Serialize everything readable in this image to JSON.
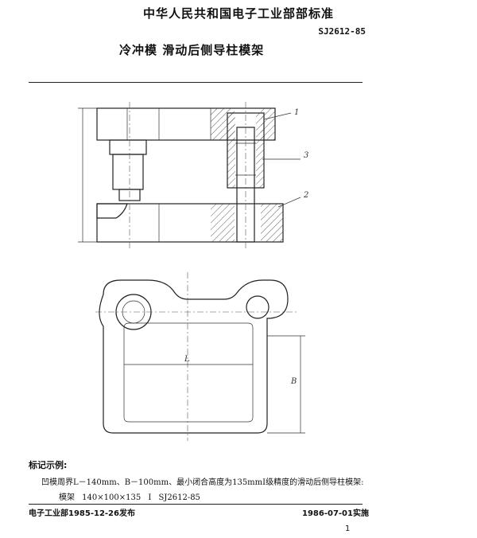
{
  "header": {
    "organization": "中华人民共和国电子工业部部标准",
    "standard_number": "SJ2612-85",
    "title": "冷冲模 滑动后侧导柱模架"
  },
  "drawing": {
    "callouts": [
      "1",
      "3",
      "2"
    ],
    "dimension_labels": {
      "length": "L",
      "width": "B"
    }
  },
  "example": {
    "heading": "标记示例:",
    "description": "凹模周界L－140mm、B－100mm、最小闭合高度为135mmⅠ级精度的滑动后侧导柱模架:",
    "marking": "模架 140×100×135 Ⅰ SJ2612-85"
  },
  "footer": {
    "issued": "电子工业部1985-12-26发布",
    "effective": "1986-07-01实施",
    "page_number": "1"
  }
}
